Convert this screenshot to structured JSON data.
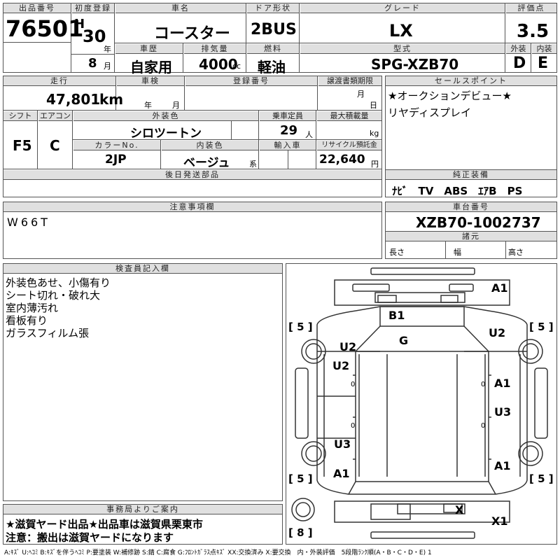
{
  "header": {
    "lot_no_label": "出品番号",
    "lot_no": "76501",
    "first_reg_label": "初度登録",
    "era": "H",
    "year": "30",
    "year_unit": "年",
    "month": "8",
    "month_unit": "月",
    "car_name_label": "車名",
    "car_name": "コースター",
    "door_label": "ドア形状",
    "door": "2BUS",
    "grade_label": "グレード",
    "grade": "LX",
    "score_label": "評価点",
    "score": "3.5",
    "history_label": "車歴",
    "history": "自家用",
    "displacement_label": "排気量",
    "displacement": "4000",
    "displacement_unit": "cc",
    "fuel_label": "燃料",
    "fuel": "軽油",
    "model_label": "型式",
    "model": "SPG-XZB70",
    "exterior_label": "外装",
    "exterior_grade": "D",
    "interior_label": "内装",
    "interior_grade": "E"
  },
  "row2": {
    "mileage_label": "走行",
    "mileage": "47,801",
    "mileage_unit": "km",
    "inspection_label": "車検",
    "insp_year_unit": "年",
    "insp_month_unit": "月",
    "reg_no_label": "登録番号",
    "transfer_label": "譲渡書類期限",
    "transfer_month_unit": "月",
    "transfer_day_unit": "日",
    "shift_label": "シフト",
    "shift": "F5",
    "ac_label": "エアコン",
    "ac": "C",
    "color_label": "外装色",
    "color": "シロツートン",
    "capacity_label": "乗車定員",
    "capacity": "29",
    "capacity_unit": "人",
    "max_load_label": "最大積載量",
    "max_load_unit": "kg",
    "color_no_label": "カラーNo.",
    "color_no": "2JP",
    "int_color_label": "内装色",
    "int_color": "ベージュ",
    "int_color_unit": "系",
    "import_label": "輸入車",
    "recycle_label": "リサイクル預託金",
    "recycle": "22,640",
    "recycle_unit": "円"
  },
  "sales_point": {
    "label": "セールスポイント",
    "lines": [
      "★オークションデビュー★",
      "リヤディスプレイ"
    ]
  },
  "later_parts": {
    "label": "後日発送部品"
  },
  "equipment": {
    "label": "純正装備",
    "value": "ﾅﾋﾞ　TV　ABS　ｴｱB　PS"
  },
  "caution": {
    "label": "注意事項欄",
    "value": "W66T"
  },
  "chassis": {
    "label": "車台番号",
    "value": "XZB70-1002737",
    "specs_label": "諸元",
    "length_label": "長さ",
    "width_label": "幅",
    "height_label": "高さ"
  },
  "inspector": {
    "label": "検査員記入欄",
    "lines": [
      "外装色あせ、小傷有り",
      "シート切れ・破れ大",
      "室内薄汚れ",
      "看板有り",
      "ガラスフィルム張"
    ]
  },
  "office": {
    "label": "事務局よりご案内",
    "lines": [
      "★滋賀ヤード出品★出品車は滋賀県栗東市",
      "注意：搬出は滋賀ヤードになります"
    ]
  },
  "diagram": {
    "labels": {
      "a1_top": "A1",
      "b1": "B1",
      "g": "G",
      "u2_left_a": "U2",
      "u2_left_b": "U2",
      "u2_right": "U2",
      "a1_right": "A1",
      "u3_right": "U3",
      "u3_left": "U3",
      "a1_left": "A1",
      "a1_right_b": "A1",
      "x_rear": "X",
      "x1": "X1",
      "br_tl": "[ 5 ]",
      "br_tr": "[ 5 ]",
      "br_bl": "[ 5 ]",
      "br_br": "[ 5 ]",
      "br_spare": "[ 8 ]",
      "zero_a": "0",
      "zero_b": "0",
      "zero_c": "0",
      "zero_d": "0"
    }
  },
  "legend": "A:ｷｽﾞ U:ﾍｺﾐ B:ｷｽﾞを伴うﾍｺﾐ P:要塗装 W:補修跡 S:錆 C:腐食 G:ﾌﾛﾝﾄｶﾞﾗｽ点ｷｽﾞ XX:交換済み X:要交換　内・外装評価　5段階ﾗﾝｸ順(A・B・C・D・E) 1"
}
